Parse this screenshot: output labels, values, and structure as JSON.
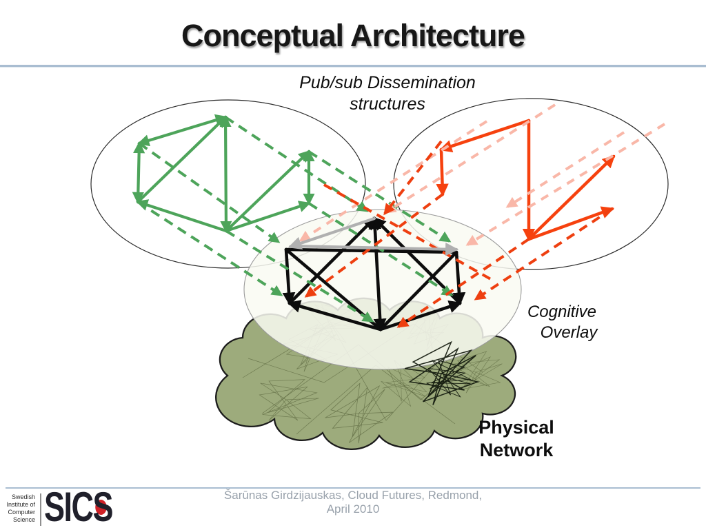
{
  "slide": {
    "title": "Conceptual Architecture",
    "labels": {
      "pubsub": {
        "line1": "Pub/sub Dissemination",
        "line2": "structures"
      },
      "cognitive": {
        "line1": "Cognitive",
        "line2": "Overlay"
      },
      "physical": {
        "line1": "Physical",
        "line2": "Network"
      }
    },
    "footer": {
      "affiliation": {
        "line1": "Swedish",
        "line2": "Institute of",
        "line3": "Computer",
        "line4": "Science"
      },
      "logo": {
        "text": "SICS",
        "left": "SI",
        "c": "C",
        "right": "S"
      },
      "citation_line1": "Šarūnas Girdzijauskas, Cloud Futures, Redmond,",
      "citation_line2": "April 2010"
    },
    "palette": {
      "green": "#4da45a",
      "orange": "#f6410e",
      "salmon": "#f9b7a8",
      "red": "#ee3f10",
      "black": "#0d0d0d",
      "gray": "#b0b0b0",
      "cloud": "#9dab7c",
      "cloud_outline": "#1c1c1c",
      "overlay_fill": "rgba(249,250,242,0.85)",
      "rule": "#a9bdd1",
      "logo_red": "#cf2127",
      "logo_dark": "#20202b",
      "citation_gray": "#98a1ab"
    }
  }
}
